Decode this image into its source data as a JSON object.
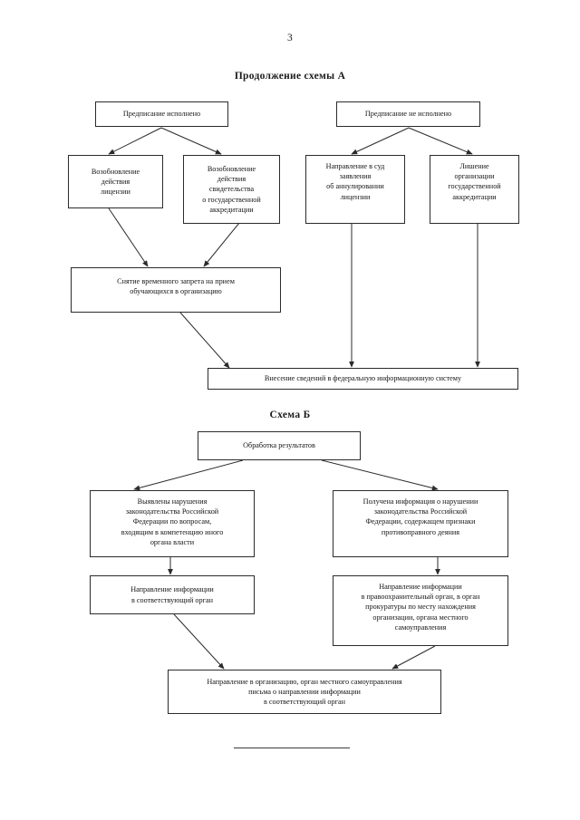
{
  "document": {
    "page_number": "3",
    "scheme_a_title": "Продолжение схемы А",
    "scheme_b_title": "Схема Б"
  },
  "scheme_a": {
    "nodes": {
      "prescription_fulfilled": "Предписание исполнено",
      "prescription_not_fulfilled": "Предписание не исполнено",
      "resume_license": "Возобновление\nдействия\nлицензии",
      "resume_accreditation_certificate": "Возобновление\nдействия\nсвидетельства\nо государственной\nаккредитации",
      "court_application_license_annulment": "Направление в суд\nзаявления\nоб аннулировании\nлицензии",
      "deprivation_accreditation": "Лишение\nорганизации\nгосударственной\nаккредитации",
      "lift_temporary_ban": "Снятие временного запрета на прием\nобучающихся в организацию",
      "federal_information_system": "Внесение сведений в федеральную информационную систему"
    }
  },
  "scheme_b": {
    "nodes": {
      "processing_results": "Обработка результатов",
      "violations_detected": "Выявлены нарушения\nзаконодательства Российской\nФедерации по вопросам,\nвходящим в компетенцию иного\nоргана власти",
      "information_received": "Получена информация о нарушении\nзаконодательства Российской\nФедерации, содержащем признаки\nпротивоправного деяния",
      "send_info_to_body": "Направление информации\nв соответствующий орган",
      "send_info_to_law_enforcement": "Направление информации\nв правоохранительный орган, в орган\nпрокуратуры по месту нахождения\nорганизации, органа местного\nсамоуправления",
      "send_letter_to_organization": "Направление в организацию, орган местного самоуправления\nписьма о направлении  информации\nв соответствующий орган"
    }
  },
  "style": {
    "line_color": "#2b2b2b",
    "text_color": "#151515",
    "background": "#ffffff"
  }
}
